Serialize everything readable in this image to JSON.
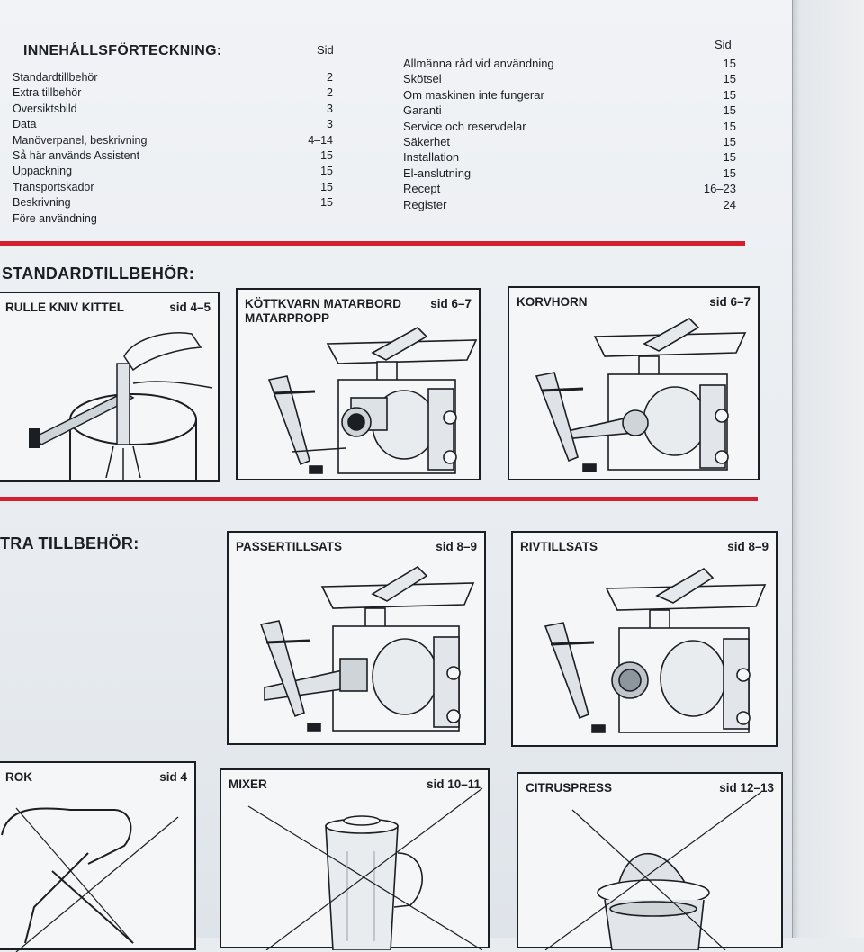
{
  "toc": {
    "title": "INNEHÅLLSFÖRTECKNING:",
    "sid_label": "Sid",
    "left_items": [
      {
        "label": "Standardtillbehör",
        "page": "2"
      },
      {
        "label": "Extra tillbehör",
        "page": "2"
      },
      {
        "label": "Översiktsbild",
        "page": "3"
      },
      {
        "label": "Data",
        "page": "3"
      },
      {
        "label": "Manöverpanel, beskrivning",
        "page": "4–14"
      },
      {
        "label": "Så här används Assistent",
        "page": "15"
      },
      {
        "label": "Uppackning",
        "page": "15"
      },
      {
        "label": "Transportskador",
        "page": "15"
      },
      {
        "label": "Beskrivning",
        "page": "15"
      },
      {
        "label": "Före användning",
        "page": ""
      }
    ],
    "right_items": [
      {
        "label": "Allmänna råd vid användning",
        "page": "15"
      },
      {
        "label": "Skötsel",
        "page": "15"
      },
      {
        "label": "Om maskinen inte fungerar",
        "page": "15"
      },
      {
        "label": "Garanti",
        "page": "15"
      },
      {
        "label": "Service och reservdelar",
        "page": "15"
      },
      {
        "label": "Säkerhet",
        "page": "15"
      },
      {
        "label": "Installation",
        "page": "15"
      },
      {
        "label": "El-anslutning",
        "page": "15"
      },
      {
        "label": "Recept",
        "page": "16–23"
      },
      {
        "label": "Register",
        "page": "24"
      }
    ]
  },
  "sections": {
    "standard": "STANDARDTILLBEHÖR:",
    "extra": "TRA TILLBEHÖR:"
  },
  "panels": {
    "rulle": {
      "title": "RULLE KNIV KITTEL",
      "sid": "sid 4–5"
    },
    "kottkvarn": {
      "title": "KÖTTKVARN MATARBORD MATARPROPP",
      "sid": "sid 6–7"
    },
    "korvhorn": {
      "title": "KORVHORN",
      "sid": "sid 6–7"
    },
    "passer": {
      "title": "PASSERTILLSATS",
      "sid": "sid 8–9"
    },
    "riv": {
      "title": "RIVTILLSATS",
      "sid": "sid 8–9"
    },
    "krok": {
      "title": "ROK",
      "sid": "sid 4"
    },
    "mixer": {
      "title": "MIXER",
      "sid": "sid 10–11"
    },
    "citrus": {
      "title": "CITRUSPRESS",
      "sid": "sid 12–13"
    }
  },
  "colors": {
    "accent_red": "#d4202e",
    "ink": "#1b1f24",
    "paper": "#eef1f4"
  }
}
